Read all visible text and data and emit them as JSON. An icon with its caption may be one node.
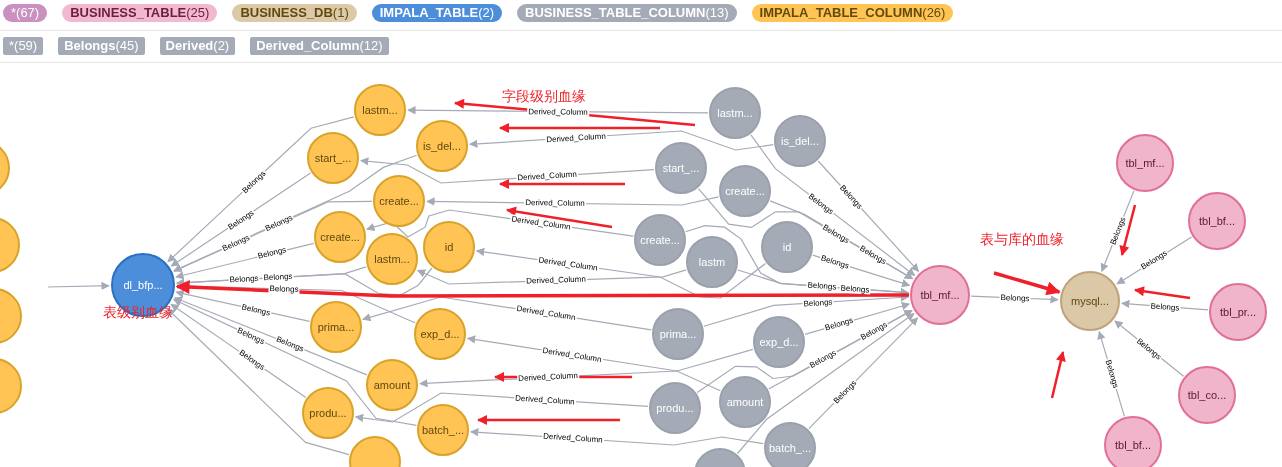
{
  "diagram": {
    "nodes": [
      {
        "text": [],
        "shape": "circle"
      },
      {
        "text": [],
        "shape": "circle"
      },
      {
        "text": [],
        "shape": "circle"
      },
      {
        "text": [],
        "shape": "circle"
      },
      {
        "text": [
          "dl_bfp..."
        ]
      },
      {
        "text": [
          "lastm..."
        ]
      },
      {
        "text": [
          "is_del..."
        ]
      },
      {
        "text": [
          "start_..."
        ]
      },
      {
        "text": [
          "create..."
        ]
      },
      {
        "text": [
          "create..."
        ]
      },
      {
        "text": [
          "id"
        ]
      },
      {
        "text": [
          "lastm..."
        ]
      },
      {
        "text": [
          "prima..."
        ]
      },
      {
        "text": [
          "exp_d..."
        ]
      },
      {
        "text": [
          "amount"
        ]
      },
      {
        "text": [
          "produ..."
        ]
      },
      {
        "text": [
          "batch_..."
        ]
      },
      {
        "text": [],
        "shape": "circle"
      },
      {
        "text": [
          "lastm..."
        ]
      },
      {
        "text": [
          "is_del..."
        ]
      },
      {
        "text": [
          "start_..."
        ]
      },
      {
        "text": [
          "create..."
        ]
      },
      {
        "text": [
          "create..."
        ]
      },
      {
        "text": [
          "id"
        ]
      },
      {
        "text": [
          "lastm"
        ]
      },
      {
        "text": [
          "prima..."
        ]
      },
      {
        "text": [
          "exp_d..."
        ]
      },
      {
        "text": [
          "amount"
        ]
      },
      {
        "text": [
          "produ..."
        ]
      },
      {
        "text": [
          "batch_..."
        ]
      },
      {
        "text": [],
        "shape": "circle"
      },
      {
        "text": [
          "tbl_mf..."
        ]
      },
      {
        "text": [
          "mysql..."
        ]
      },
      {
        "text": [
          "tbl_mf..."
        ]
      },
      {
        "text": [
          "tbl_bf..."
        ]
      },
      {
        "text": [
          "tbl_pr..."
        ]
      },
      {
        "text": [
          "tbl_co..."
        ]
      },
      {
        "text": [
          "tbl_bf..."
        ]
      }
    ],
    "edges": [
      {
        "from": null,
        "to": 4,
        "arrow": "to"
      },
      {
        "from": 5,
        "to": 4,
        "arrow": "to",
        "label": "Belongs"
      },
      {
        "from": 6,
        "to": 4,
        "arrow": "to",
        "label": "Belongs"
      },
      {
        "from": 7,
        "to": 4,
        "arrow": "to",
        "label": "Belongs"
      },
      {
        "from": 8,
        "to": 4,
        "arrow": "to",
        "label": "Belongs"
      },
      {
        "from": 9,
        "to": 4,
        "arrow": "to",
        "label": "Belongs"
      },
      {
        "from": 10,
        "to": 4,
        "arrow": "to",
        "label": "Belongs"
      },
      {
        "from": 11,
        "to": 4,
        "arrow": "to",
        "label": "Belongs"
      },
      {
        "from": 12,
        "to": 4,
        "arrow": "to",
        "label": "Belongs"
      },
      {
        "from": 13,
        "to": 4,
        "arrow": "to",
        "label": "Belongs"
      },
      {
        "from": 14,
        "to": 4,
        "arrow": "to",
        "label": "Belongs"
      },
      {
        "from": 15,
        "to": 4,
        "arrow": "to",
        "label": "Belongs"
      },
      {
        "from": 16,
        "to": 4,
        "arrow": "to",
        "label": "Belongs"
      },
      {
        "from": 17,
        "to": 4,
        "arrow": "to"
      },
      {
        "from": 18,
        "to": 5,
        "arrow": "to",
        "label": "Derived_Column"
      },
      {
        "from": 19,
        "to": 6,
        "arrow": "to",
        "label": "Derived_Column"
      },
      {
        "from": 20,
        "to": 7,
        "arrow": "to",
        "label": "Derived_Column"
      },
      {
        "from": 21,
        "to": 8,
        "arrow": "to",
        "label": "Derived_Column"
      },
      {
        "from": 22,
        "to": 9,
        "arrow": "to",
        "label": "Derived_Column"
      },
      {
        "from": 23,
        "to": 10,
        "arrow": "to",
        "label": "Derived_Column"
      },
      {
        "from": 24,
        "to": 11,
        "arrow": "to",
        "label": "Derived_Column"
      },
      {
        "from": 25,
        "to": 12,
        "arrow": "to",
        "label": "Derived_Column"
      },
      {
        "from": 26,
        "to": 13,
        "arrow": "to",
        "label": "Derived_Column"
      },
      {
        "from": 27,
        "to": 14,
        "arrow": "to",
        "label": "Derived_Column"
      },
      {
        "from": 28,
        "to": 15,
        "arrow": "to",
        "label": "Derived_Column"
      },
      {
        "from": 29,
        "to": 16,
        "arrow": "to",
        "label": "Derived_Column"
      },
      {
        "from": 18,
        "to": 31,
        "arrow": "to",
        "label": "Belongs"
      },
      {
        "from": 19,
        "to": 31,
        "arrow": "to",
        "label": "Belongs"
      },
      {
        "from": 20,
        "to": 31,
        "arrow": "to",
        "label": "Belongs"
      },
      {
        "from": 21,
        "to": 31,
        "arrow": "to",
        "label": "Belongs"
      },
      {
        "from": 22,
        "to": 31,
        "arrow": "to",
        "label": "Belongs"
      },
      {
        "from": 23,
        "to": 31,
        "arrow": "to",
        "label": "Belongs"
      },
      {
        "from": 24,
        "to": 31,
        "arrow": "to",
        "label": "Belongs"
      },
      {
        "from": 25,
        "to": 31,
        "arrow": "to",
        "label": "Belongs"
      },
      {
        "from": 26,
        "to": 31,
        "arrow": "to",
        "label": "Belongs"
      },
      {
        "from": 27,
        "to": 31,
        "arrow": "to",
        "label": "Belongs"
      },
      {
        "from": 28,
        "to": 31,
        "arrow": "to",
        "label": "Belongs"
      },
      {
        "from": 29,
        "to": 31,
        "arrow": "to",
        "label": "Belongs"
      },
      {
        "from": 30,
        "to": 31,
        "arrow": "to"
      },
      {
        "from": 31,
        "to": 4,
        "arrow": "to",
        "style": "thick",
        "color": "#f0202a"
      },
      {
        "from": 31,
        "to": 32,
        "arrow": "to",
        "label": "Belongs"
      },
      {
        "from": 33,
        "to": 32,
        "arrow": "to",
        "label": "Belongs"
      },
      {
        "from": 34,
        "to": 32,
        "arrow": "to",
        "label": "Belongs"
      },
      {
        "from": 35,
        "to": 32,
        "arrow": "to",
        "label": "Belongs"
      },
      {
        "from": 36,
        "to": 32,
        "arrow": "to",
        "label": "Belongs"
      },
      {
        "from": 37,
        "to": 32,
        "arrow": "to",
        "label": "Belongs"
      },
      {
        "from": null,
        "to": 32,
        "arrow": "to",
        "style": "thick",
        "color": "#f0202a"
      }
    ],
    "labels": [
      "字段级别血缘",
      "表级别血缘",
      "表与库的血缘"
    ],
    "legend": [
      {
        "text": "*(67)",
        "color": "#c990c0"
      },
      {
        "text": "**BUSINESS_TABLE**(25)",
        "color": "#f2b8d0"
      },
      {
        "text": "**BUSINESS_DB**(1)",
        "color": "#dcc9a8"
      },
      {
        "text": "**IMPALA_TABLE**(2)",
        "color": "#4c8eda"
      },
      {
        "text": "**BUSINESS_TABLE_COLUMN**(13)",
        "color": "#a5abb6"
      },
      {
        "text": "**IMPALA_TABLE_COLUMN**(26)",
        "color": "#ffc454"
      },
      {
        "text": "*(59)",
        "color": "#a5abb6"
      },
      {
        "text": "**Belongs**(45)",
        "color": "#a5abb6"
      },
      {
        "text": "**Derived**(2)",
        "color": "#a5abb6"
      },
      {
        "text": "**Derived_Column**(12)",
        "color": "#a5abb6"
      }
    ]
  }
}
